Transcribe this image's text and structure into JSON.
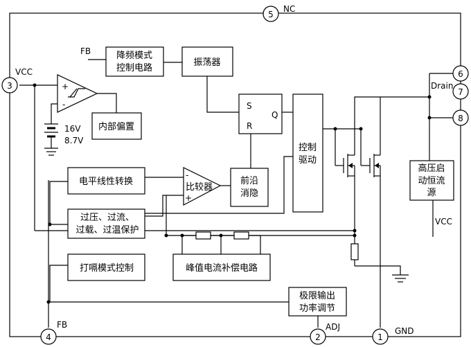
{
  "pins": {
    "nc": {
      "number": "5",
      "label": "NC"
    },
    "vcc": {
      "number": "3",
      "label": "VCC"
    },
    "drain_a": {
      "number": "6"
    },
    "drain_b": {
      "number": "7"
    },
    "drain_label": "Drain",
    "drain_c": {
      "number": "8"
    },
    "fb": {
      "number": "4",
      "label": "FB"
    },
    "adj": {
      "number": "2",
      "label": "ADJ"
    },
    "gnd": {
      "number": "1",
      "label": "GND"
    }
  },
  "signals": {
    "fb_in": "FB",
    "vcc_out": "VCC",
    "uvlo_high": "16V",
    "uvlo_low": "8.7V",
    "latch_s": "S",
    "latch_r": "R",
    "latch_q": "Q",
    "comp_minus": "-",
    "comp_plus": "+",
    "hyst_plus": "+",
    "hyst_minus": "-"
  },
  "blocks": {
    "freq_reduce": [
      "降频模式",
      "控制电路"
    ],
    "oscillator": "振荡器",
    "internal_bias": "内部偏置",
    "driver": [
      "控制",
      "驱动"
    ],
    "level_convert": "电平线性转换",
    "comparator": "比较器",
    "leading_edge": [
      "前沿",
      "消隐"
    ],
    "protection": [
      "过压、过流、",
      "过载、过温保护"
    ],
    "hiccup": "打嗝模式控制",
    "peak_comp": "峰值电流补偿电路",
    "power_limit": [
      "极限输出",
      "功率调节"
    ],
    "hv_startup": [
      "高压启",
      "动恒流",
      "源"
    ]
  }
}
